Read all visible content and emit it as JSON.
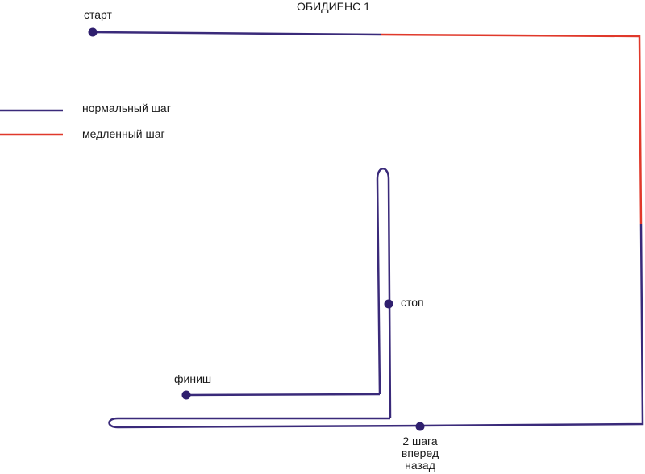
{
  "title": "ОБИДИЕНС 1",
  "legend": {
    "items": [
      {
        "label": "нормальный шаг",
        "color": "#3a2a7a"
      },
      {
        "label": "медленный шаг",
        "color": "#e0392b"
      }
    ]
  },
  "points": {
    "start": "старт",
    "stop": "стоп",
    "finish": "финиш",
    "steps": "2 шага вперед назад"
  },
  "colors": {
    "normal": "#3a2a7a",
    "slow": "#e0392b",
    "marker": "#2f1f6e"
  }
}
